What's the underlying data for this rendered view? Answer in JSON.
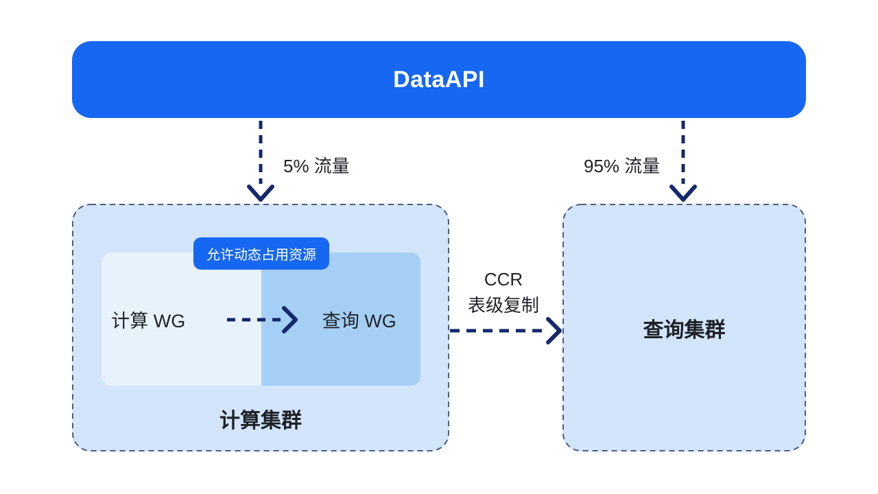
{
  "colors": {
    "page_bg": "#ffffff",
    "banner_blue": "#1667F1",
    "badge_blue": "#1667F1",
    "box_fill": "#D3E5FA",
    "inner_left_fill": "#E8F2FD",
    "inner_right_fill": "#A6CFF5",
    "border_dash": "#4E5C78",
    "arrow_navy": "#14286E",
    "text_dark": "#1E2126",
    "white": "#ffffff"
  },
  "diagram": {
    "title": "DataAPI",
    "edges": {
      "left_flow_label": "5% 流量",
      "right_flow_label": "95% 流量",
      "ccr_line1": "CCR",
      "ccr_line2": "表级复制"
    },
    "compute_cluster": {
      "badge": "允许动态占用资源",
      "compute_wg": "计算 WG",
      "query_wg": "查询 WG",
      "label": "计算集群"
    },
    "query_cluster": {
      "label": "查询集群"
    }
  }
}
